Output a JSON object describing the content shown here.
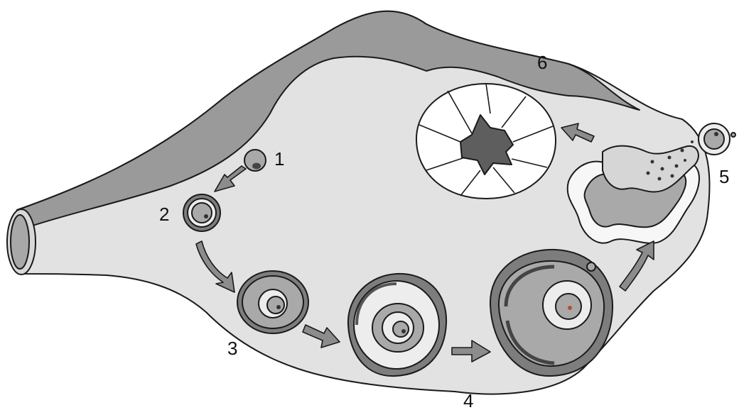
{
  "diagram": {
    "labels": {
      "stage1": "1",
      "stage2": "2",
      "stage3": "3",
      "stage4": "4",
      "stage5": "5",
      "stage6": "6"
    },
    "colors": {
      "ovary_fill": "#e2e2e2",
      "cortex_band": "#9a9a9a",
      "follicle_dark": "#7d7d7d",
      "follicle_mid": "#a9a9a9",
      "antrum": "#ededed",
      "corpus_center": "#5e5e5e",
      "arrow": "#8c8c8c",
      "outline": "#1a1a1a"
    }
  }
}
